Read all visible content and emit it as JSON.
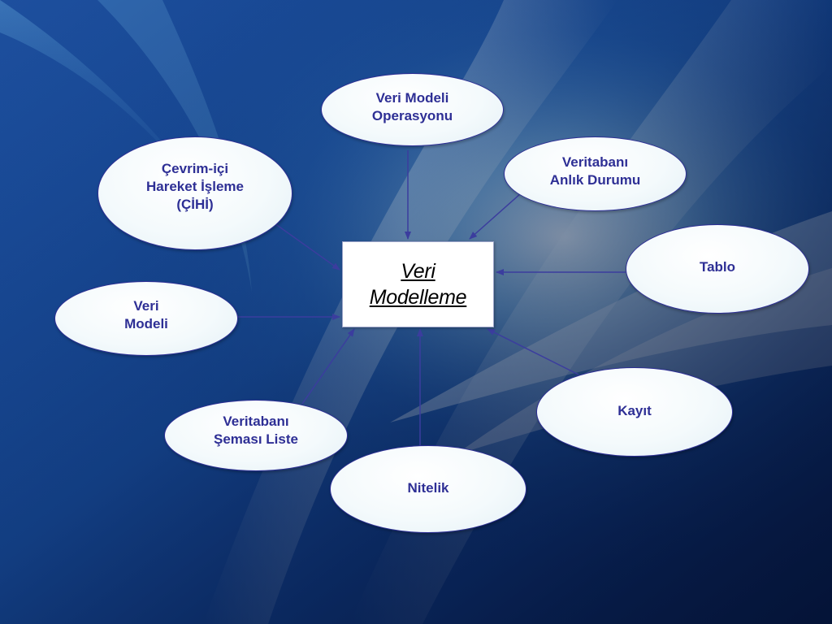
{
  "center": {
    "line1": "Veri",
    "line2": "Modelleme"
  },
  "nodes": {
    "operasyon": {
      "line1": "Veri Modeli",
      "line2": "Operasyonu"
    },
    "cihi": {
      "line1": "Çevrim-içi",
      "line2": "Hareket İşleme",
      "line3": "(ÇİHİ)"
    },
    "anlik": {
      "line1": "Veritabanı",
      "line2": "Anlık Durumu"
    },
    "tablo": {
      "line1": "Tablo"
    },
    "veri_modeli": {
      "line1": "Veri",
      "line2": "Modeli"
    },
    "kayit": {
      "line1": "Kayıt"
    },
    "sema": {
      "line1": "Veritabanı",
      "line2": "Şeması Liste"
    },
    "nitelik": {
      "line1": "Nitelik"
    }
  },
  "colors": {
    "node_text": "#2e2f95",
    "connector": "#3b3d9e",
    "center_text": "#000000",
    "background_dark": "#0b2a6b",
    "background_light": "#8fd0ef"
  }
}
